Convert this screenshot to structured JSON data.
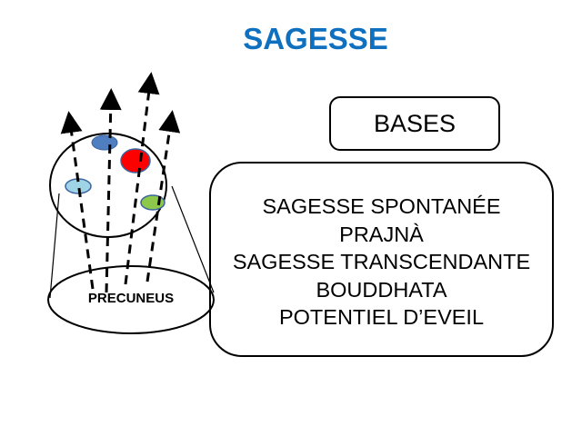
{
  "title": "SAGESSE",
  "bases_label": "BASES",
  "precuneus_label": "PRECUNEUS",
  "main_lines": [
    "SAGESSE SPONTANÉE",
    "PRAJNÀ",
    "SAGESSE TRANSCENDANTE",
    "BOUDDHATA",
    "POTENTIEL D’EVEIL"
  ],
  "colors": {
    "title": "#1070c0",
    "blob_blue": "#4f7fc0",
    "blob_red": "#ff0000",
    "blob_lightblue": "#9fd3e6",
    "blob_green": "#8cc84a"
  }
}
